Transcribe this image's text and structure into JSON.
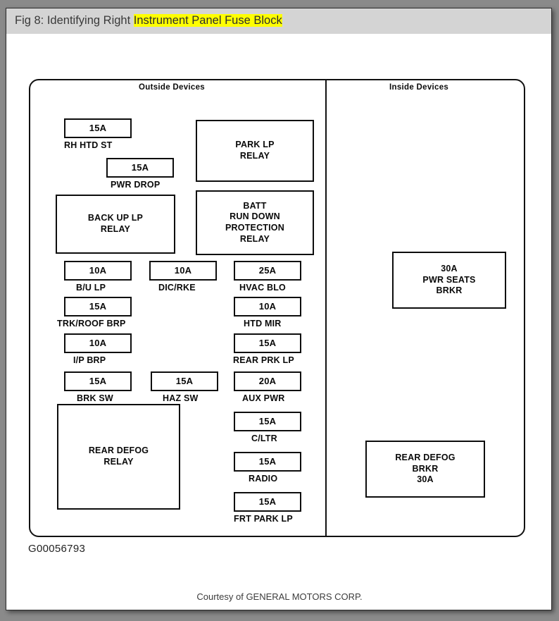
{
  "header": {
    "prefix": "Fig 8: Identifying Right ",
    "highlight": "Instrument Panel Fuse Block",
    "highlight_color": "#ffff00",
    "bar_color": "#d4d4d4"
  },
  "diagram": {
    "outside_label": "Outside  Devices",
    "inside_label": "Inside  Devices",
    "figure_id": "G00056793",
    "courtesy": "Courtesy of GENERAL MOTORS CORP.",
    "outside_relays": [
      {
        "name": "park-lp-relay",
        "lines": "PARK LP\nRELAY"
      },
      {
        "name": "batt-run-down-protection-relay",
        "lines": "BATT\nRUN DOWN\nPROTECTION\nRELAY"
      },
      {
        "name": "back-up-lp-relay",
        "lines": "BACK UP LP\nRELAY"
      },
      {
        "name": "rear-defog-relay",
        "lines": "REAR DEFOG\nRELAY"
      }
    ],
    "outside_fuses": [
      {
        "name": "rh-htd-st",
        "amp": "15A",
        "label": "RH HTD ST"
      },
      {
        "name": "pwr-drop",
        "amp": "15A",
        "label": "PWR DROP"
      },
      {
        "name": "bu-lp",
        "amp": "10A",
        "label": "B/U LP"
      },
      {
        "name": "dic-rke",
        "amp": "10A",
        "label": "DIC/RKE"
      },
      {
        "name": "hvac-blo",
        "amp": "25A",
        "label": "HVAC BLO"
      },
      {
        "name": "trk-roof-brp",
        "amp": "15A",
        "label": "TRK/ROOF BRP"
      },
      {
        "name": "htd-mir",
        "amp": "10A",
        "label": "HTD MIR"
      },
      {
        "name": "ip-brp",
        "amp": "10A",
        "label": "I/P BRP"
      },
      {
        "name": "rear-prk-lp",
        "amp": "15A",
        "label": "REAR PRK LP"
      },
      {
        "name": "brk-sw",
        "amp": "15A",
        "label": "BRK SW"
      },
      {
        "name": "haz-sw",
        "amp": "15A",
        "label": "HAZ SW"
      },
      {
        "name": "aux-pwr",
        "amp": "20A",
        "label": "AUX PWR"
      },
      {
        "name": "c-ltr",
        "amp": "15A",
        "label": "C/LTR"
      },
      {
        "name": "radio",
        "amp": "15A",
        "label": "RADIO"
      },
      {
        "name": "frt-park-lp",
        "amp": "15A",
        "label": "FRT PARK LP"
      }
    ],
    "inside_breakers": [
      {
        "name": "pwr-seats-brkr",
        "lines": "30A\nPWR SEATS\nBRKR"
      },
      {
        "name": "rear-defog-brkr",
        "lines": "REAR DEFOG\nBRKR\n30A"
      }
    ]
  }
}
